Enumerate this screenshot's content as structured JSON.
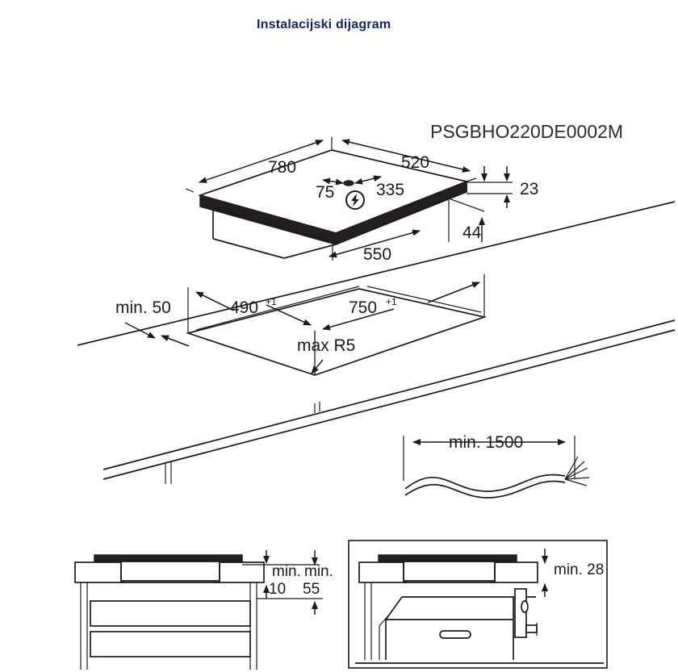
{
  "page": {
    "title": "Instalacijski dijagram",
    "title_color": "#17225c",
    "background": "#ffffff",
    "line_color": "#1a1a1a"
  },
  "model": {
    "code": "PSGBHO220DE0002M"
  },
  "hob_view": {
    "name": "appliance-isometric-view",
    "dimensions": {
      "width": "780",
      "depth": "520",
      "connection_offset_left": "75",
      "connection_offset_right": "335",
      "body_width": "550",
      "glass_thickness": "23",
      "total_height": "44"
    },
    "icons": {
      "power": "lightning-bolt-icon"
    }
  },
  "cutout_view": {
    "name": "worktop-cutout-view",
    "dimensions": {
      "edge_clearance": "min. 50",
      "cutout_depth": "490",
      "cutout_depth_tolerance": "+1",
      "cutout_width": "750",
      "cutout_width_tolerance": "+1",
      "corner_radius": "max R5"
    }
  },
  "cable_view": {
    "name": "supply-cable-view",
    "dimensions": {
      "cable_length": "min. 1500"
    }
  },
  "panel_drawers": {
    "name": "installation-over-drawers-view",
    "dimensions": {
      "clearance_a_prefix": "min.",
      "clearance_a_value": "10",
      "clearance_b_prefix": "min.",
      "clearance_b_value": "55"
    }
  },
  "panel_oven": {
    "name": "installation-over-oven-view",
    "dimensions": {
      "clearance": "min. 28"
    }
  }
}
